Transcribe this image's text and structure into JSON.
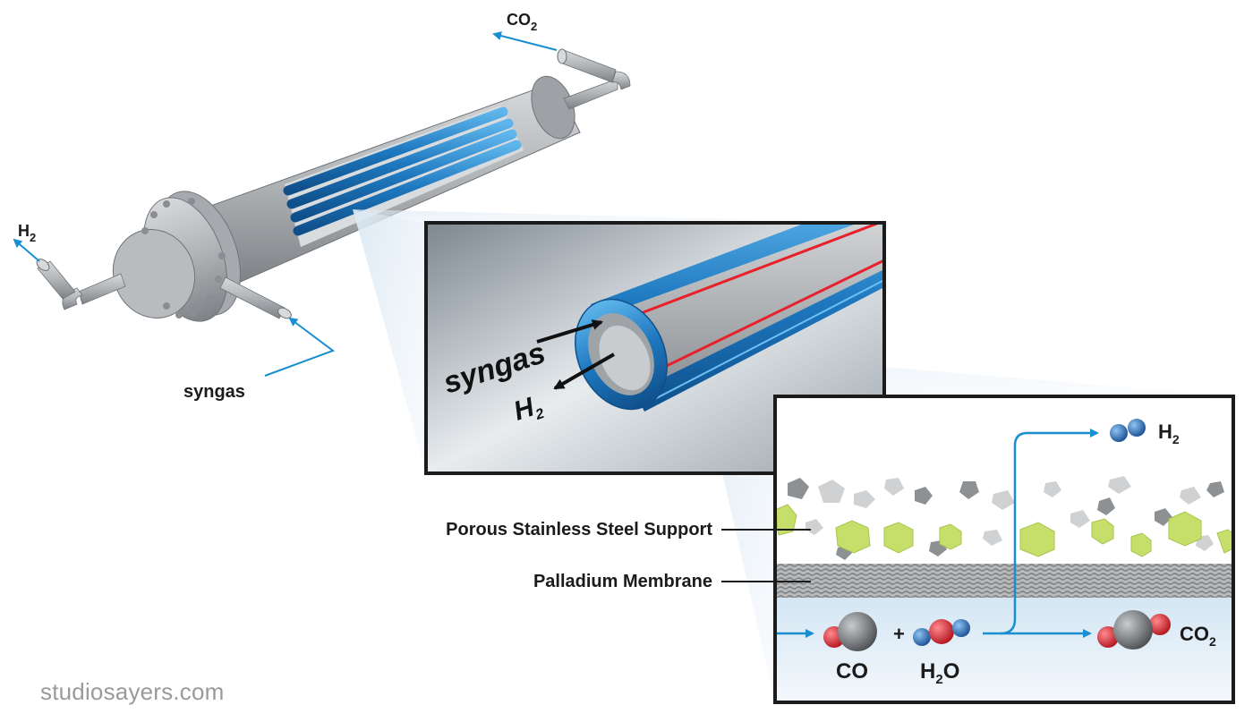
{
  "reactor": {
    "outlet_top": {
      "formula": "CO",
      "subscript": "2"
    },
    "outlet_left": {
      "formula": "H",
      "subscript": "2"
    },
    "inlet_label": "syngas"
  },
  "zoom_tube": {
    "syngas_label": "syngas",
    "h2": {
      "formula": "H",
      "subscript": "2"
    }
  },
  "membrane_detail": {
    "support_label": "Porous Stainless Steel Support",
    "membrane_label": "Palladium Membrane",
    "reaction": {
      "reactant1": "CO",
      "plus": "+",
      "reactant2": {
        "pre": "H",
        "subscript": "2",
        "post": "O"
      },
      "product_gas": {
        "formula": "CO",
        "subscript": "2"
      },
      "product_h2": {
        "formula": "H",
        "subscript": "2"
      }
    }
  },
  "credit": "studiosayers.com",
  "colors": {
    "tube_blue": "#2a86c8",
    "arrow_blue": "#1a8fd0",
    "steel_gray": "#a8acb0",
    "membrane_red": "#e8202a",
    "particle_green": "#c6df6a",
    "carbon_gray": "#6f7276",
    "oxygen_red": "#d9252f",
    "hydrogen_blue": "#2a6fb8"
  }
}
